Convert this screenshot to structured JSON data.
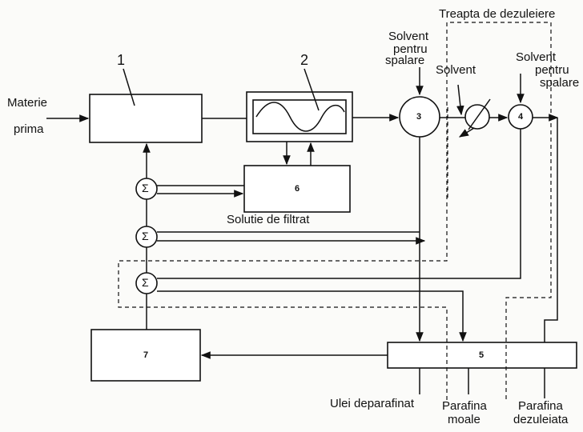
{
  "labels": {
    "raw_material_1": "Materie",
    "raw_material_2": "prima",
    "wash_solvent_3_1": "Solvent",
    "wash_solvent_3_2": "pentru",
    "wash_solvent_3_3": "spalare",
    "solvent": "Solvent",
    "wash_solvent_4_1": "Solvent",
    "wash_solvent_4_2": "pentru",
    "wash_solvent_4_3": "spalare",
    "deoiling_stage": "Treapta de dezuleiere",
    "filtrate_solution": "Solutie de filtrat",
    "dewaxed_oil": "Ulei deparafinat",
    "soft_wax_1": "Parafina",
    "soft_wax_2": "moale",
    "deoiled_wax_1": "Parafina",
    "deoiled_wax_2": "dezuleiata"
  },
  "numbers": {
    "n1": "1",
    "n2": "2",
    "n3": "3",
    "n4": "4",
    "n5": "5",
    "n6": "6",
    "n7": "7"
  }
}
